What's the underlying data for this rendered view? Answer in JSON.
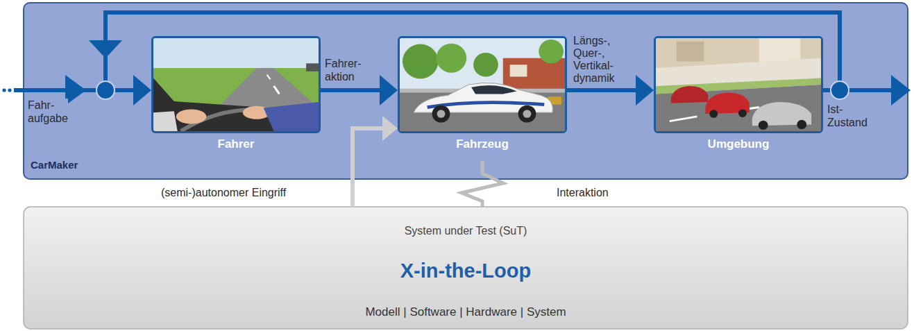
{
  "diagram": {
    "nodes": [
      {
        "text": [
          "CarMaker"
        ]
      },
      {
        "text": [
          "Fahrer"
        ],
        "in": 0
      },
      {
        "text": [
          "Fahrzeug"
        ],
        "in": 0
      },
      {
        "text": [
          "Umgebung"
        ],
        "in": 0
      },
      {
        "text": [
          "System under Test (SuT)",
          "X-in-the-Loop",
          "Modell | Software | Hardware | System"
        ]
      }
    ],
    "edges": [
      {
        "from": 1,
        "to": 2,
        "label": "Fahrer- aktion",
        "arrow": "to"
      },
      {
        "from": 2,
        "to": 3,
        "label": "Längs-, Quer-, Vertikal- dynamik",
        "arrow": "to"
      },
      {
        "from": 3,
        "to": 1,
        "arrow": "to"
      },
      {
        "from": 4,
        "to": 2,
        "label": "(semi-)autonomer Eingriff",
        "arrow": "to"
      },
      {
        "from": 2,
        "to": 4,
        "label": "Interaktion",
        "arrow": "none"
      }
    ],
    "labels": [
      "Fahr- aufgabe",
      "Ist- Zustand"
    ]
  }
}
